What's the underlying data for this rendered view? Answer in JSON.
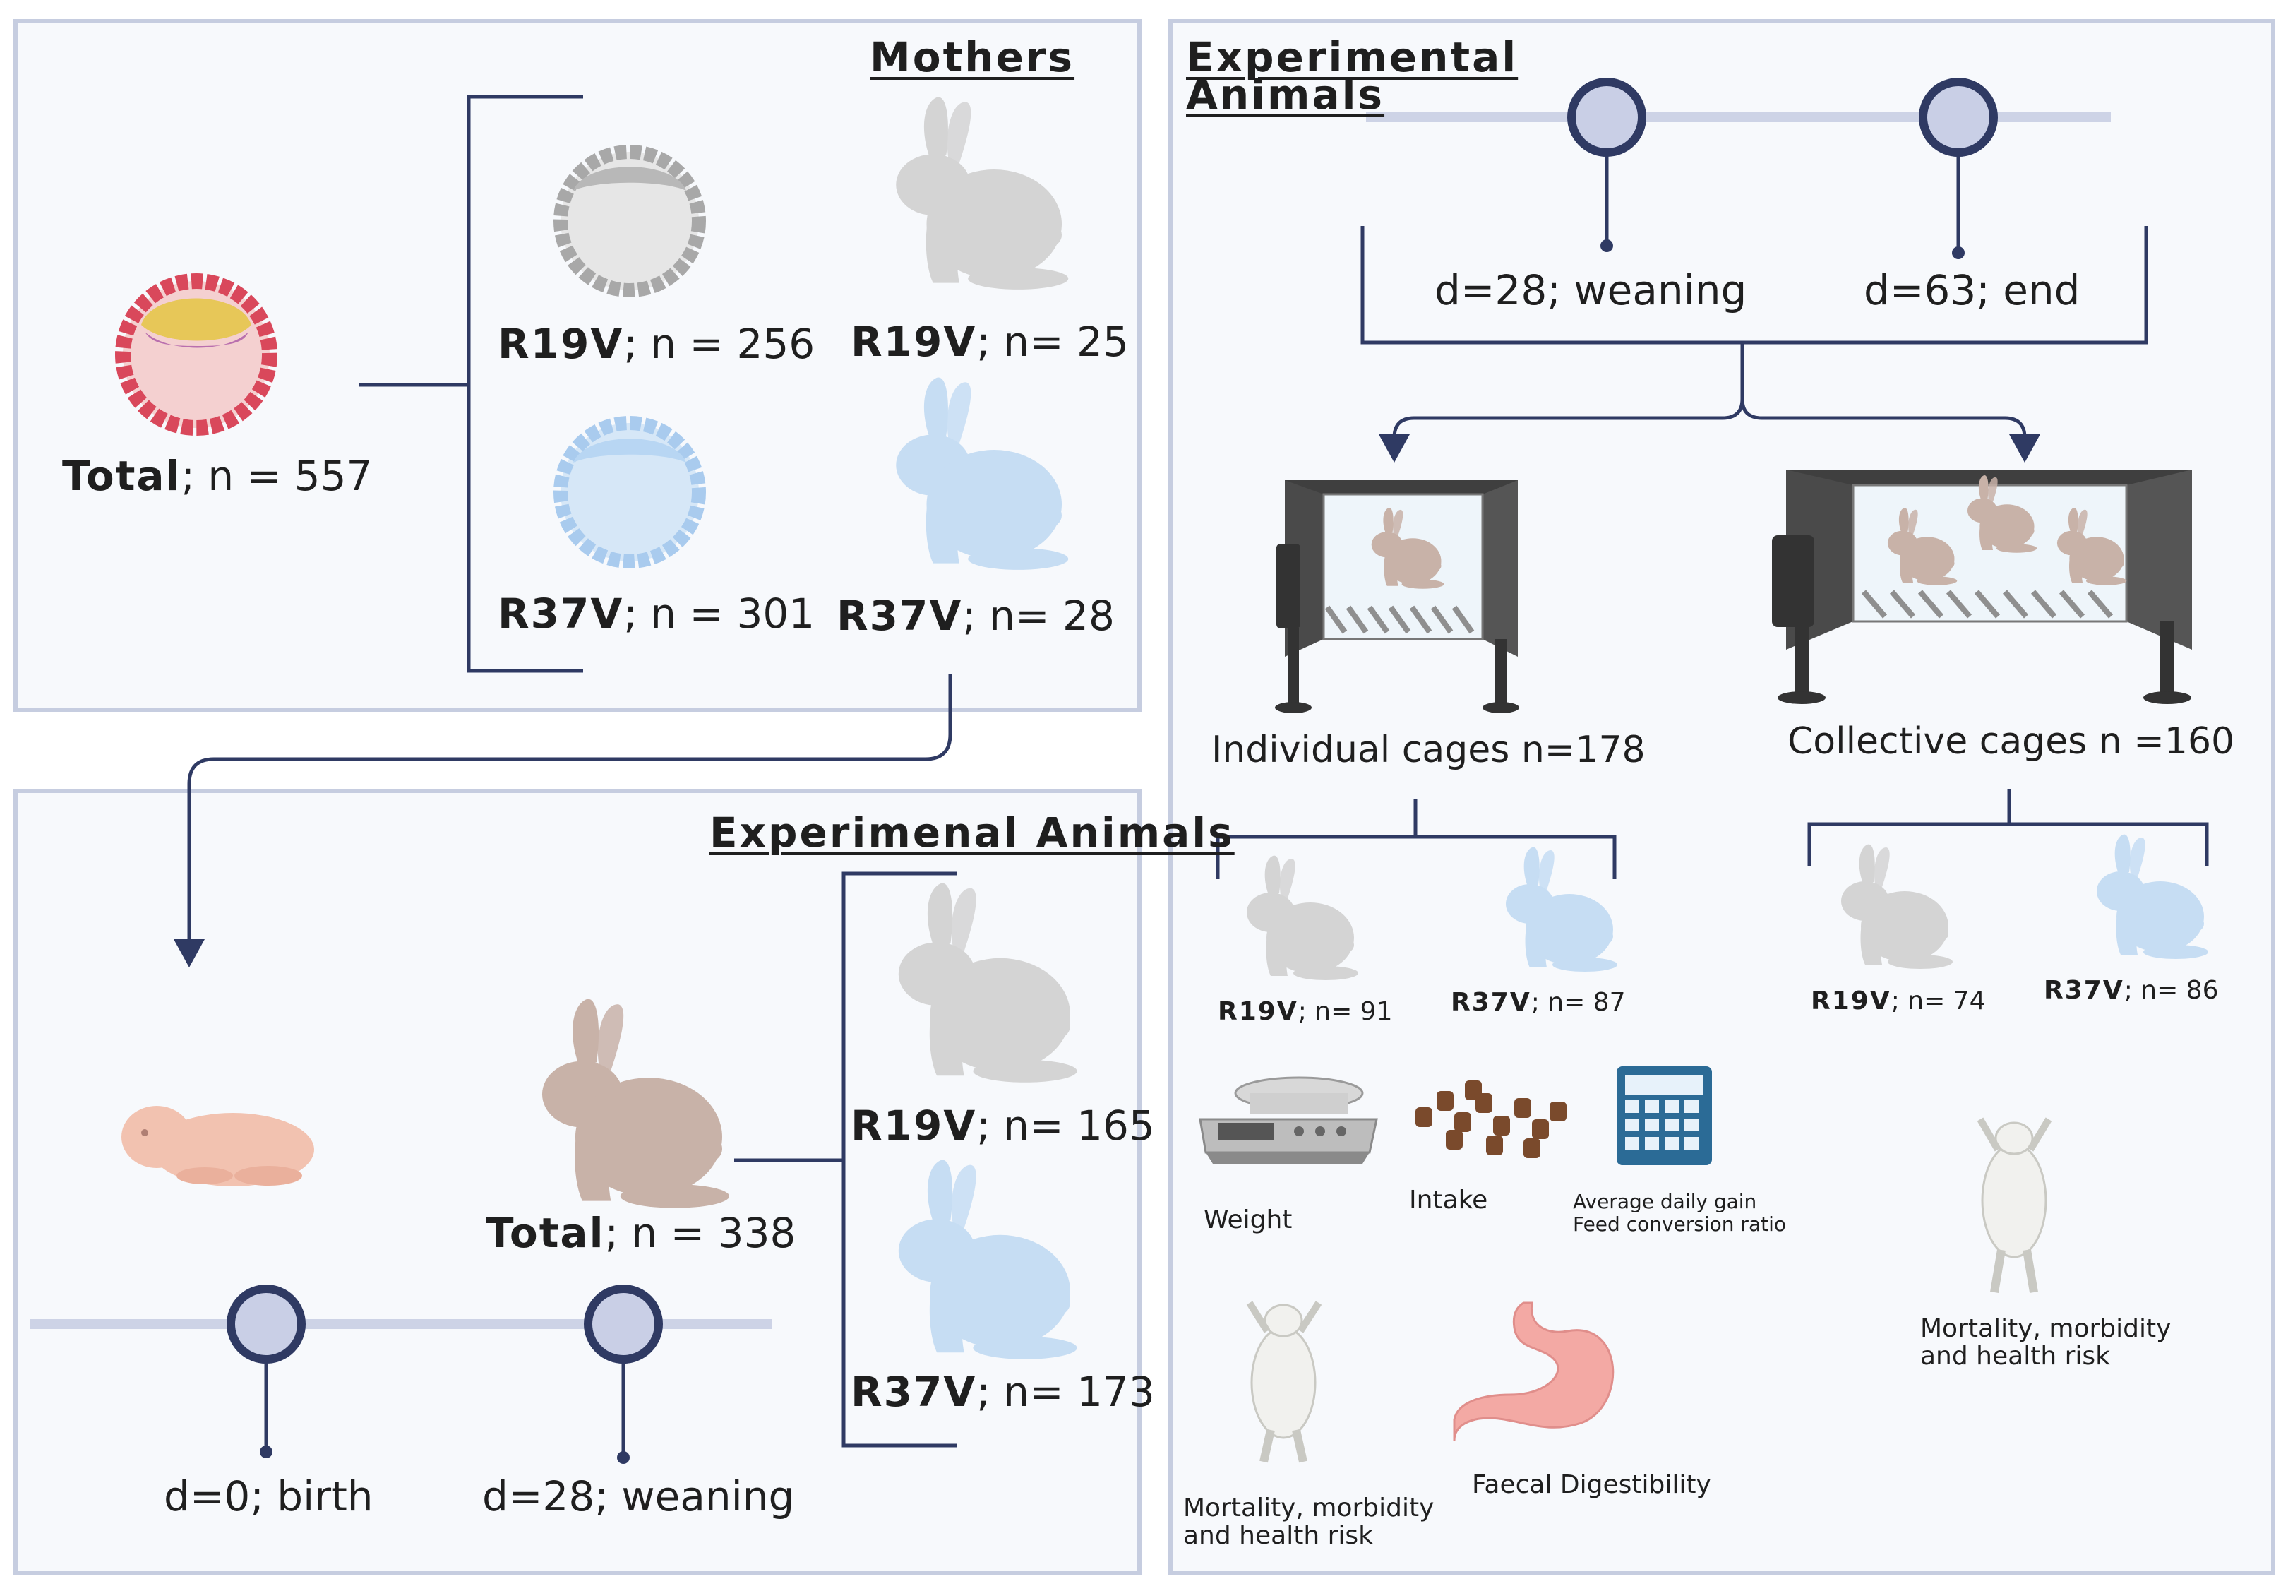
{
  "panels": {
    "mothers": {
      "heading": "Mothers",
      "total": {
        "label": "Total",
        "rest": "; n = 557"
      },
      "embryo_r19": {
        "label": "R19V",
        "rest": "; n = 256"
      },
      "embryo_r37": {
        "label": "R37V",
        "rest": "; n = 301"
      },
      "doe_r19": {
        "label": "R19V",
        "rest": "; n= 25"
      },
      "doe_r37": {
        "label": "R37V",
        "rest": "; n= 28"
      }
    },
    "birth": {
      "heading": "Experimenal Animals",
      "total": {
        "label": "Total",
        "rest": "; n = 338"
      },
      "r19": {
        "label": "R19V",
        "rest": "; n= 165"
      },
      "r37": {
        "label": "R37V",
        "rest": "; n= 173"
      },
      "timeline": [
        "d=0; birth",
        "d=28; weaning"
      ]
    },
    "fattening": {
      "heading_line1": "Experimental ",
      "heading_line2": "Animals",
      "timeline": [
        "d=28; weaning",
        "d=63; end"
      ],
      "individual": {
        "title": "Individual cages n=178",
        "r19": {
          "label": "R19V",
          "rest": "; n= 91"
        },
        "r37": {
          "label": "R37V",
          "rest": "; n= 87"
        }
      },
      "collective": {
        "title": "Collective cages n =160",
        "r19": {
          "label": "R19V",
          "rest": "; n= 74"
        },
        "r37": {
          "label": "R37V",
          "rest": "; n= 86"
        }
      },
      "measures": {
        "weight": "Weight",
        "intake": "Intake",
        "adg_line1": "Average daily gain",
        "adg_line2": "Feed conversion ratio",
        "mortality_line1": "Mortality, morbidity",
        "mortality_line2": "and health risk",
        "digestibility": "Faecal Digestibility",
        "collective_mortality_line1": "Mortality, morbidity",
        "collective_mortality_line2": "and health risk"
      }
    }
  },
  "colors": {
    "panel_border": "#c6cde0",
    "panel_fill": "#f7f9fc",
    "line": "#2f3a63",
    "node_fill": "#c9cfe6",
    "timeline": "#cdd3e6",
    "rabbit_r19": "#d4d4d4",
    "rabbit_r37": "#c6ddf3",
    "rabbit_total": "#c8b2a8",
    "cage": "#4a4a4a"
  },
  "icons": [
    "blastocyst-icon",
    "rabbit-icon",
    "newborn-kit-icon",
    "cage-icon",
    "scale-icon",
    "pellets-icon",
    "calculator-icon",
    "rabbit-carcass-icon",
    "stomach-icon"
  ]
}
